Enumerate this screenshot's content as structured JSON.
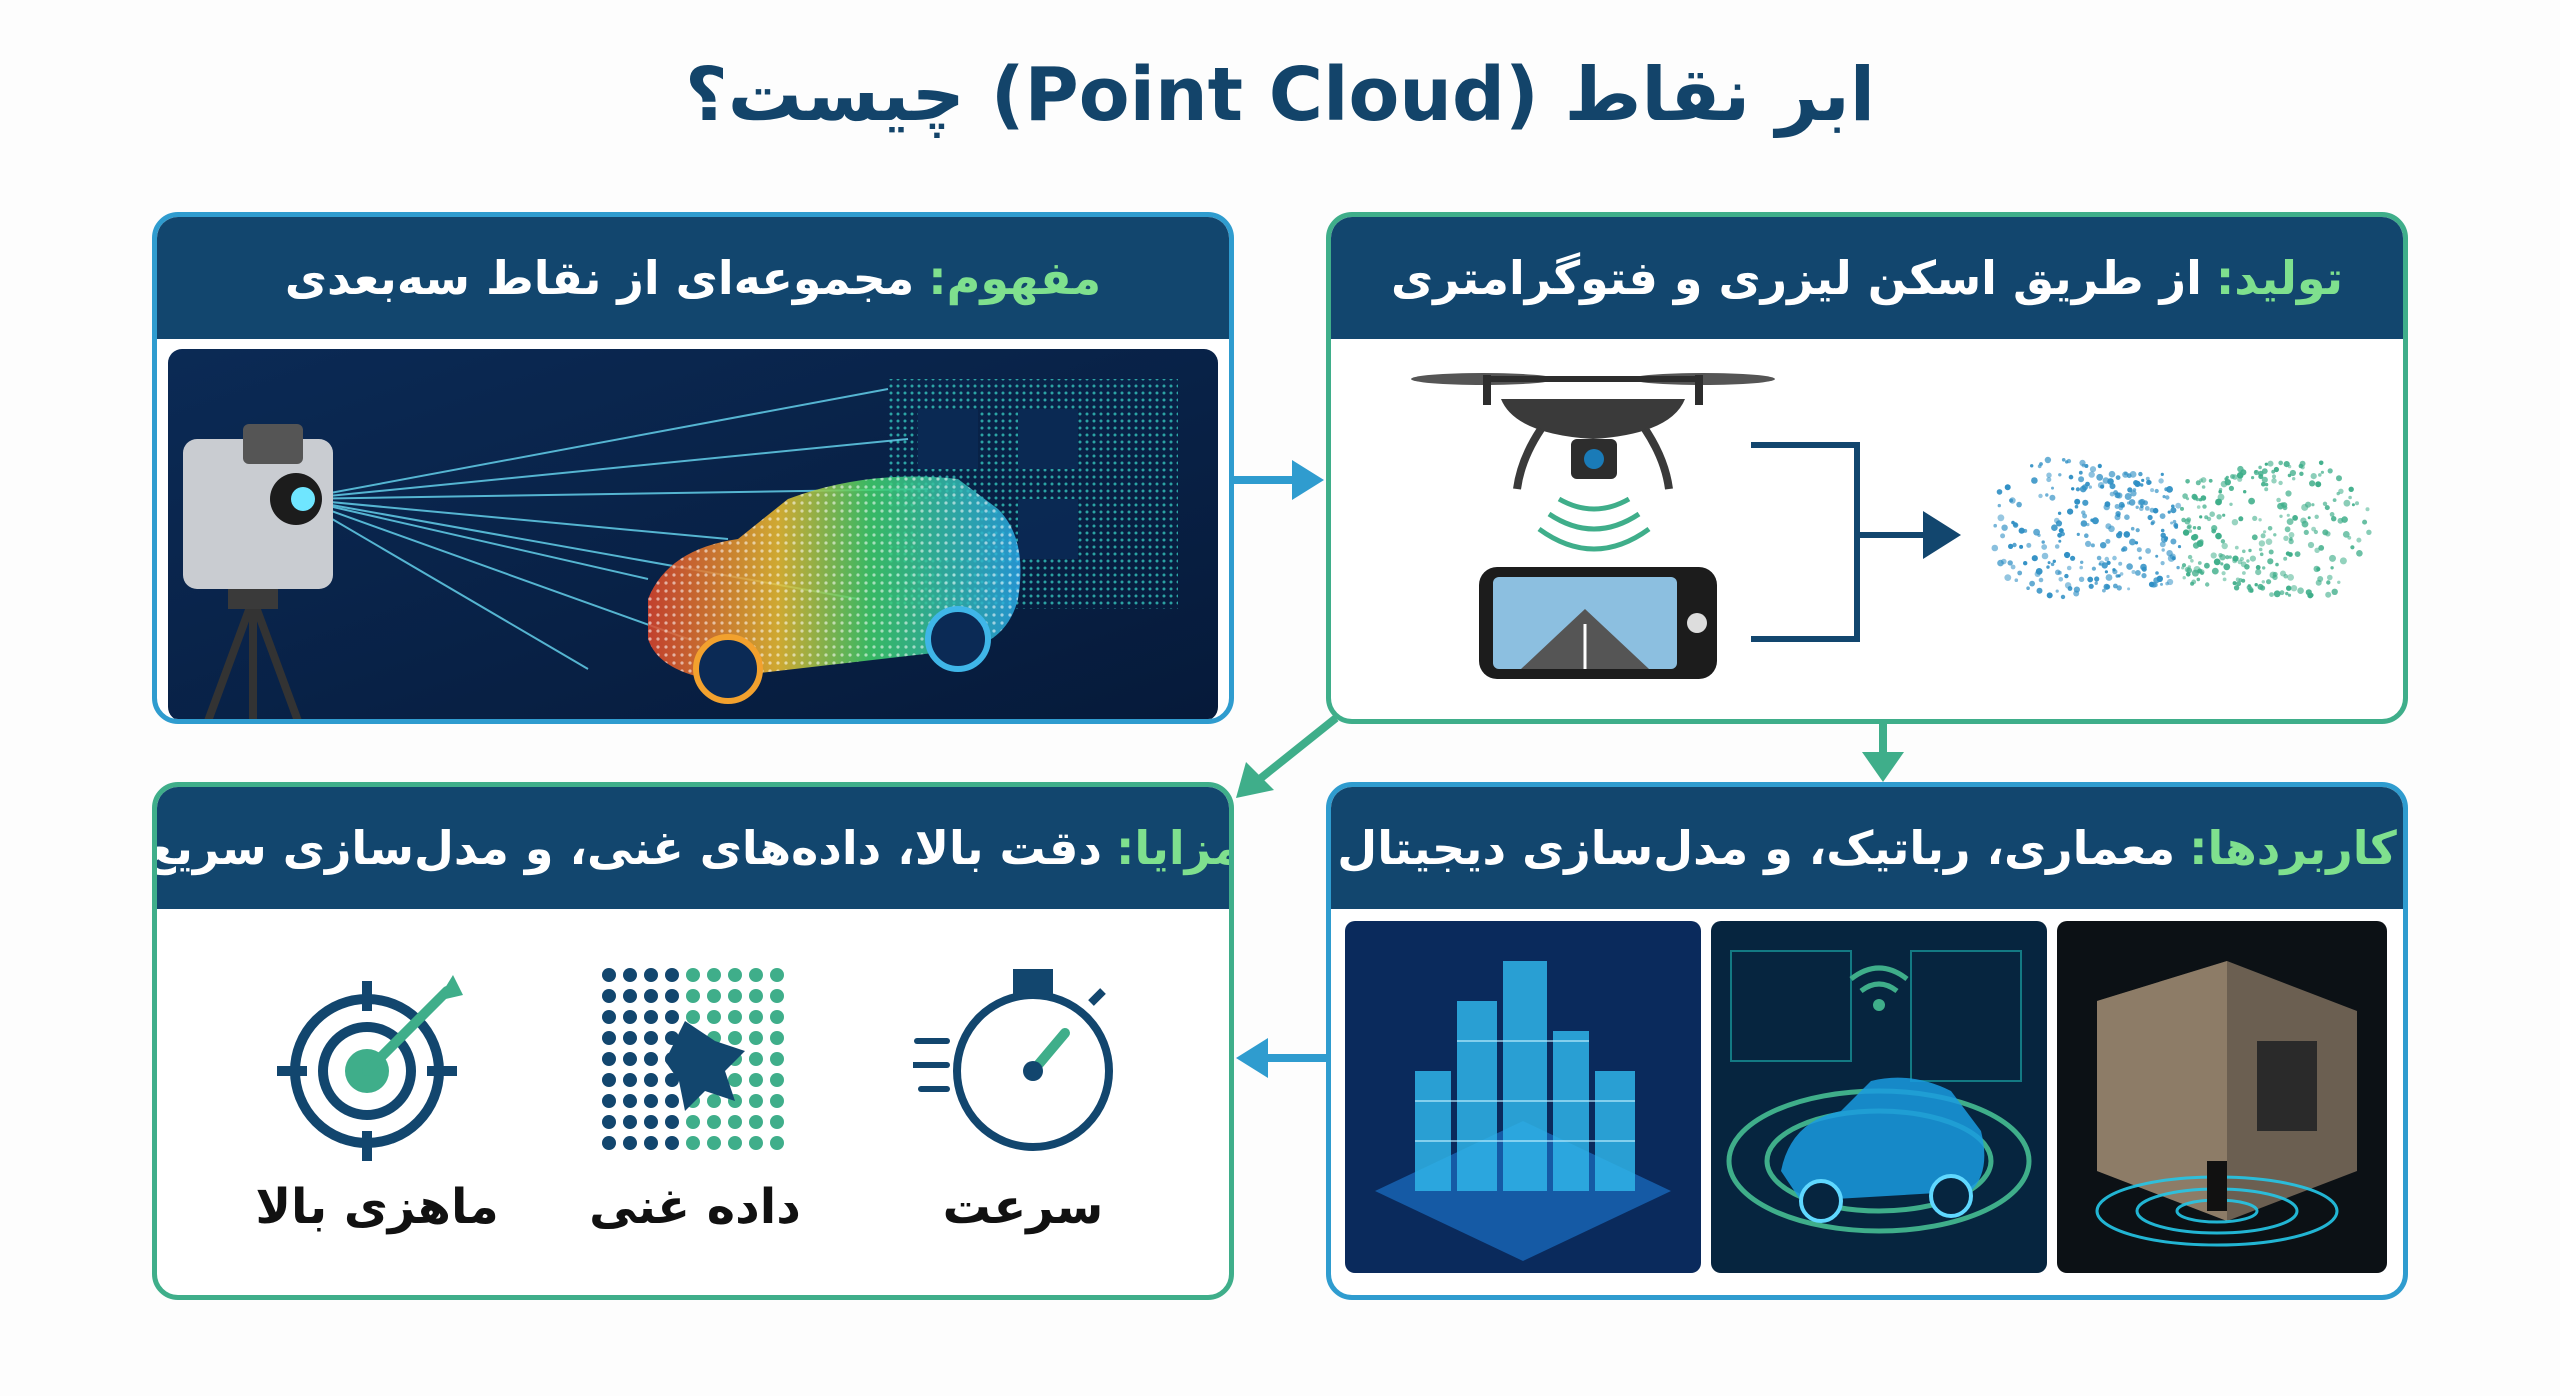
{
  "title": "ابر نقاط (Point Cloud) چیست؟",
  "concept": {
    "label": "مفهوم:",
    "text": "مجموعه‌ای از نقاط سه‌بعدی"
  },
  "production": {
    "label": "تولید:",
    "text": "از طریق اسکن لیزری و فتوگرامتری"
  },
  "applications": {
    "label": "کاربردها:",
    "text": "معماری، رباتیک، و مدل‌سازی دیجیتال"
  },
  "advantages": {
    "label": "مزایا:",
    "text": "دقت بالا، داده‌های غنی، و مدل‌سازی سریع",
    "items": [
      {
        "label": "سرعت",
        "icon": "stopwatch-icon"
      },
      {
        "label": "داده غنی",
        "icon": "data-dots-icon"
      },
      {
        "label": "ماهزی بالا",
        "icon": "target-icon"
      }
    ]
  },
  "colors": {
    "navy": "#12466e",
    "green": "#3fae8a",
    "blue": "#2f9ccf",
    "accent": "#7fe08e"
  }
}
